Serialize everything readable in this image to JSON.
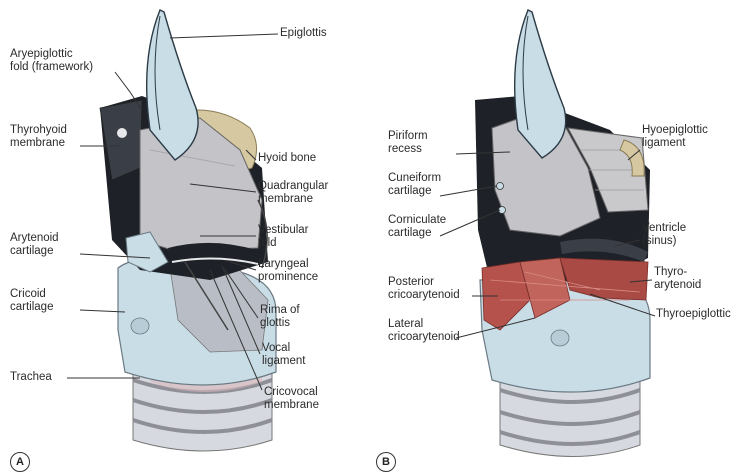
{
  "panels": [
    {
      "letter": "A",
      "labels": {
        "epiglottis": "Epiglottis",
        "aryepiglottic_fold": "Aryepiglottic\nfold (framework)",
        "thyrohyoid_membrane": "Thyrohyoid\nmembrane",
        "hyoid_bone": "Hyoid bone",
        "quadrangular_membrane": "Quadrangular\nmembrane",
        "vestibular_fold": "Vestibular\nfold",
        "arytenoid_cartilage": "Arytenoid\ncartilage",
        "laryngeal_prominence": "Laryngeal\nprominence",
        "cricoid_cartilage": "Cricoid\ncartilage",
        "rima_of_glottis": "Rima of\nglottis",
        "vocal_ligament": "Vocal\nligament",
        "trachea": "Trachea",
        "cricovocal_membrane": "Cricovocal\nmembrane"
      }
    },
    {
      "letter": "B",
      "labels": {
        "piriform_recess": "Piriform\nrecess",
        "hyoepiglottic_ligament": "Hyoepiglottic\nligament",
        "cuneiform_cartilage": "Cuneiform\ncartilage",
        "corniculate_cartilage": "Corniculate\ncartilage",
        "ventricle": "Ventricle\n(sinus)",
        "thyroarytenoid": "Thyro-\narytenoid",
        "posterior_cricoarytenoid": "Posterior\ncricoarytenoid",
        "thyroepiglottic": "Thyroepiglottic",
        "lateral_cricoarytenoid": "Lateral\ncricoarytenoid"
      }
    }
  ],
  "colors": {
    "cartilage": "#c9dde6",
    "membrane": "#c4c4c8",
    "dark_interior": "#1e2228",
    "hyoid": "#d6c9a2",
    "muscle": "#b5524c",
    "leader_line": "#333333"
  }
}
